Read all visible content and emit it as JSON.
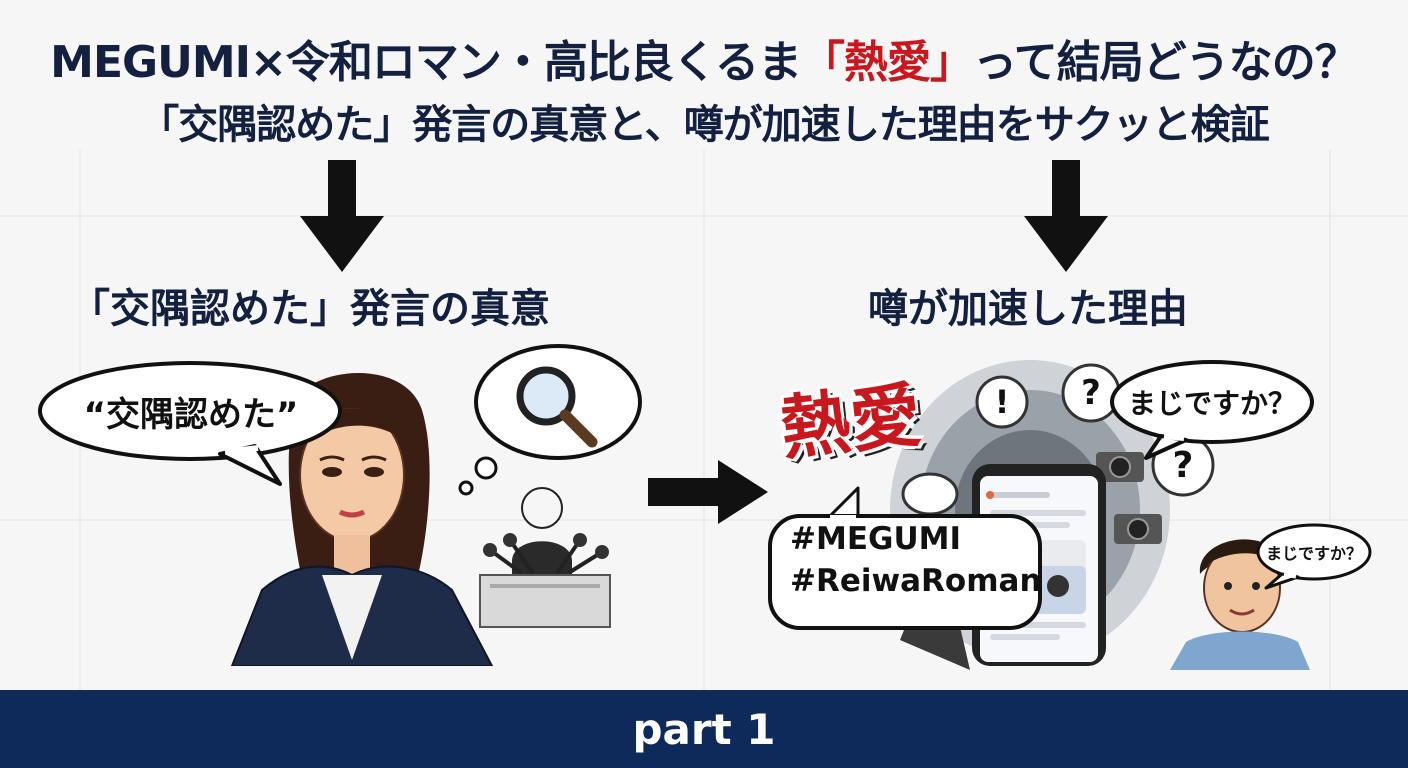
{
  "header": {
    "line1_prefix": "MEGUMI×令和ロマン・高比良くるま",
    "line1_highlight": "「熱愛」",
    "line1_suffix": "って結局どうなの？",
    "line2": "「交隅認めた」発言の真意と、噂が加速した理由をサクッと検証"
  },
  "left_panel": {
    "heading": "「交隅認めた」発言の真意",
    "speech_bubble": "“交隅認めた”"
  },
  "right_panel": {
    "heading": "噂が加速した理由",
    "big_text": "熱愛",
    "bubble_main": "まじですか？",
    "bubble_small": "まじですか？",
    "hashtags": [
      "#MEGUMI",
      "#ReiwaRoman"
    ],
    "icon_marks": [
      "!",
      "?",
      "?"
    ]
  },
  "footer": {
    "label": "part 1"
  },
  "colors": {
    "navy": "#13203f",
    "accent_red": "#c8181e",
    "footer_bg": "#0e2a5a"
  }
}
